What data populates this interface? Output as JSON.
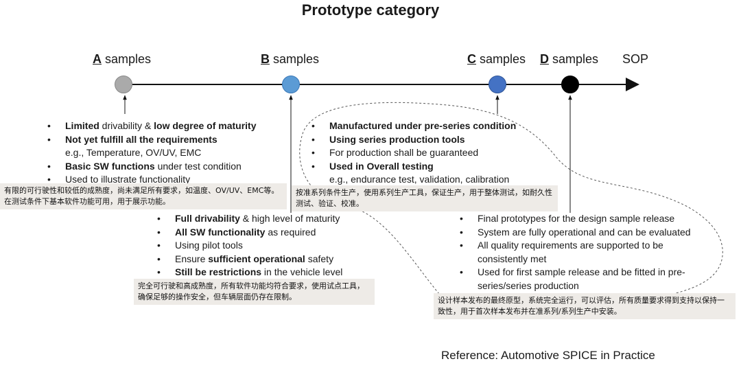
{
  "title": "Prototype category",
  "timeline": {
    "stages": [
      {
        "letter": "A",
        "rest": " samples",
        "color": "#aaaaaa"
      },
      {
        "letter": "B",
        "rest": " samples",
        "color": "#5b9bd5"
      },
      {
        "letter": "C",
        "rest": " samples",
        "color": "#4472c4"
      },
      {
        "letter": "D",
        "rest": " samples",
        "color": "#000000"
      }
    ],
    "end_label": "SOP"
  },
  "a_samples": {
    "bullets": [
      {
        "bold": "Limited",
        "mid": " drivability & ",
        "bold2": "low degree of maturity",
        "rest": ""
      },
      {
        "bold": "Not yet fulfill all the requirements",
        "rest": ""
      },
      {
        "continuation": "e.g., Temperature, OV/UV, EMC"
      },
      {
        "bold": "Basic SW functions",
        "rest": " under test condition"
      },
      {
        "plain": "Used to illustrate functionality"
      }
    ],
    "note": "有限的可行驶性和较低的成熟度，尚未满足所有要求，如温度、OV/UV、EMC等。在测试条件下基本软件功能可用，用于展示功能。"
  },
  "b_samples": {
    "bullets": [
      {
        "bold": "Full drivability",
        "rest": " & high level of maturity"
      },
      {
        "bold": "All SW functionality",
        "rest": " as required"
      },
      {
        "plain": "Using pilot tools"
      },
      {
        "pre": "Ensure ",
        "bold": "sufficient operational",
        "rest": " safety"
      },
      {
        "bold": "Still be restrictions",
        "rest": " in the vehicle level"
      }
    ],
    "note": "完全可行驶和高成熟度，所有软件功能均符合要求，使用试点工具，确保足够的操作安全，但车辆层面仍存在限制。"
  },
  "c_samples": {
    "bullets": [
      {
        "bold": "Manufactured under pre-series condition",
        "rest": ""
      },
      {
        "bold": "Using series production tools",
        "rest": ""
      },
      {
        "plain": "For production shall be guaranteed"
      },
      {
        "bold": "Used in Overall testing",
        "rest": ""
      },
      {
        "continuation": "e.g., endurance test, validation, calibration"
      }
    ],
    "note": "按准系列条件生产，使用系列生产工具，保证生产，用于整体测试，如耐久性测试、验证、校准。"
  },
  "d_samples": {
    "bullets": [
      {
        "plain": "Final prototypes for the design sample release"
      },
      {
        "plain": "System are fully operational and can be evaluated"
      },
      {
        "plain": "All quality requirements are supported to be"
      },
      {
        "continuation": "consistently met"
      },
      {
        "plain": "Used for first sample release and be fitted in pre-"
      },
      {
        "continuation": "series/series production"
      }
    ],
    "note": "设计样本发布的最终原型，系统完全运行，可以评估，所有质量要求得到支持以保持一致性，用于首次样本发布并在准系列/系列生产中安装。"
  },
  "reference": "Reference: Automotive SPICE in Practice"
}
